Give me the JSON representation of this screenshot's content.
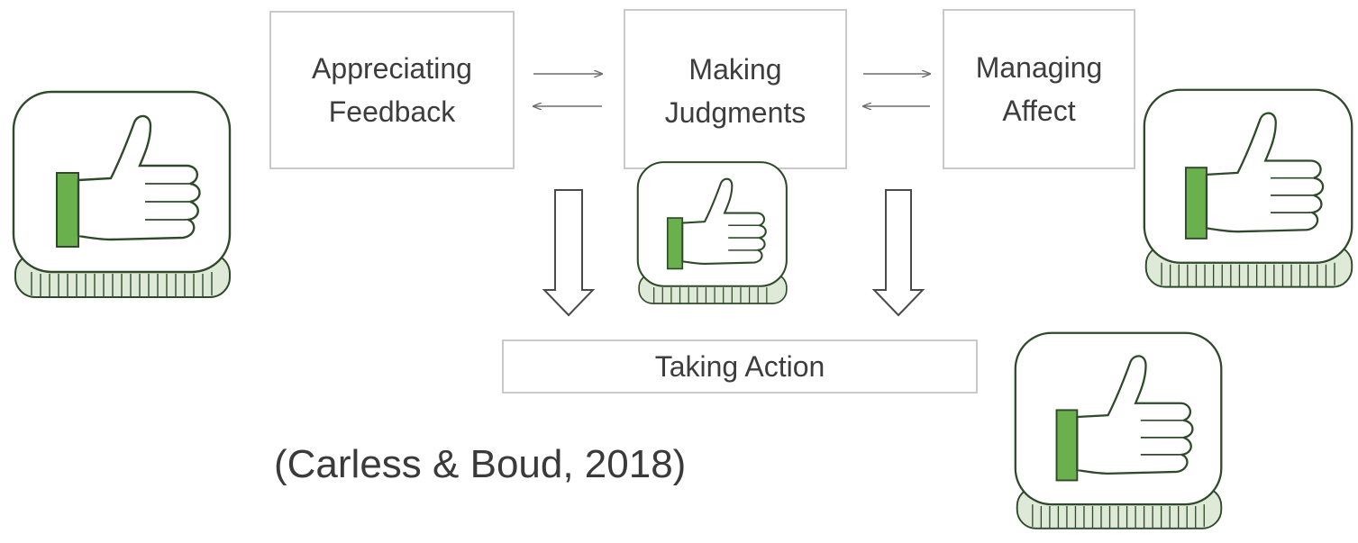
{
  "diagram": {
    "nodes": {
      "appreciating_feedback": {
        "lines": [
          "Appreciating",
          "Feedback"
        ]
      },
      "making_judgments": {
        "lines": [
          "Making",
          "Judgments"
        ]
      },
      "managing_affect": {
        "lines": [
          "Managing",
          "Affect"
        ]
      },
      "taking_action": {
        "lines": [
          "Taking Action"
        ]
      }
    },
    "edges": [
      {
        "from": "appreciating_feedback",
        "to": "making_judgments",
        "style": "thin-arrow"
      },
      {
        "from": "making_judgments",
        "to": "appreciating_feedback",
        "style": "thin-arrow"
      },
      {
        "from": "making_judgments",
        "to": "managing_affect",
        "style": "thin-arrow"
      },
      {
        "from": "managing_affect",
        "to": "making_judgments",
        "style": "thin-arrow"
      },
      {
        "from": "appreciating_feedback",
        "to": "taking_action",
        "style": "block-arrow-down"
      },
      {
        "from": "managing_affect",
        "to": "taking_action",
        "style": "block-arrow-down"
      }
    ],
    "citation": "(Carless & Boud, 2018)"
  },
  "decorations": {
    "icon": "thumbs-up-icon",
    "count": 4
  },
  "colors": {
    "box_border": "#c9c9c9",
    "text": "#3d3d3d",
    "arrow": "#6d6d6d",
    "icon_green": "#6ab04c",
    "icon_outline": "#2f4a2a"
  }
}
